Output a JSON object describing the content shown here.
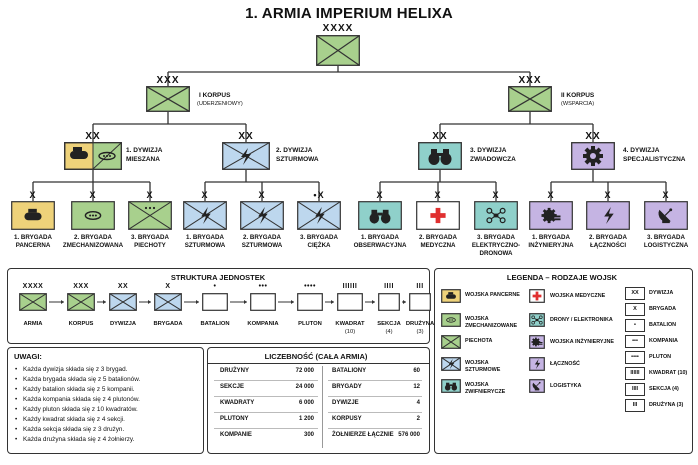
{
  "title": "1. ARMIA IMPERIUM HELIXA",
  "colors": {
    "armor": "#eed27a",
    "mech": "#a8d08d",
    "infantry": "#a8d08d",
    "assault": "#bdd7ee",
    "recon": "#8fd0ca",
    "support": "#c5b4e3",
    "line": "#333333"
  },
  "army": {
    "echelon": "XXXX"
  },
  "corps": [
    {
      "echelon": "XXX",
      "name": "I KORPUS",
      "sub": "(UDERZENIOWY)"
    },
    {
      "echelon": "XXX",
      "name": "II KORPUS",
      "sub": "(WSPARCIA)"
    }
  ],
  "divisions": [
    {
      "echelon": "XX",
      "name": [
        "1. DYWIZJA",
        "MIESZANA"
      ],
      "icon": "armor-mech-icon"
    },
    {
      "echelon": "XX",
      "name": [
        "2. DYWIZJA",
        "SZTURMOWA"
      ],
      "icon": "lightning-icon"
    },
    {
      "echelon": "XX",
      "name": [
        "3. DYWIZJA",
        "ZWIADOWCZA"
      ],
      "icon": "binoculars-icon"
    },
    {
      "echelon": "XX",
      "name": [
        "4. DYWIZJA",
        "SPECJALISTYCZNA"
      ],
      "icon": "gear-icon"
    }
  ],
  "brigades": [
    {
      "echelon": "X",
      "label": [
        "1. BRYGADA",
        "PANCERNA"
      ]
    },
    {
      "echelon": "X",
      "label": [
        "2. BRYGADA",
        "ZMECHANIZOWANA"
      ]
    },
    {
      "echelon": "X",
      "label": [
        "3. BRYGADA",
        "PIECHOTY"
      ]
    },
    {
      "echelon": "X",
      "label": [
        "1. BRYGADA",
        "SZTURMOWA"
      ]
    },
    {
      "echelon": "X",
      "label": [
        "2. BRYGADA",
        "SZTURMOWA"
      ]
    },
    {
      "echelon": "•X",
      "label": [
        "3. BRYGADA",
        "CIĘŻKA"
      ]
    },
    {
      "echelon": "X",
      "label": [
        "1. BRYGADA",
        "OBSERWACYJNA"
      ]
    },
    {
      "echelon": "X",
      "label": [
        "2. BRYGADA",
        "MEDYCZNA"
      ]
    },
    {
      "echelon": "X",
      "label": [
        "3. BRYGADA",
        "ELEKTRYCZNO-",
        "DRONOWA"
      ]
    },
    {
      "echelon": "X",
      "label": [
        "1. BRYGADA",
        "INŻYNIERYJNA"
      ]
    },
    {
      "echelon": "X",
      "label": [
        "2. BRYGADA",
        "ŁĄCZNOŚCI"
      ]
    },
    {
      "echelon": "X",
      "label": [
        "3. BRYGADA",
        "LOGISTYCZNA"
      ]
    }
  ],
  "structure": {
    "title": "STRUKTURA JEDNOSTEK",
    "items": [
      {
        "echelon": "XXXX",
        "label": "ARMIA"
      },
      {
        "echelon": "XXX",
        "label": "KORPUS"
      },
      {
        "echelon": "XX",
        "label": "DYWIZJA"
      },
      {
        "echelon": "X",
        "label": "BRYGADA"
      },
      {
        "echelon": "•",
        "label": "BATALION"
      },
      {
        "echelon": "•••",
        "label": "KOMPANIA"
      },
      {
        "echelon": "••••",
        "label": "PLUTON"
      },
      {
        "echelon": "IIIIII",
        "label": "KWADRAT",
        "sub": "(10)"
      },
      {
        "echelon": "IIII",
        "label": "SEKCJA",
        "sub": "(4)"
      },
      {
        "echelon": "III",
        "label": "DRUŻYNA",
        "sub": "(3)"
      }
    ]
  },
  "legend": {
    "title": "LEGENDA – RODZAJE WOJSK",
    "col1": [
      "WOJSKA PANCERNE",
      "WOJSKA ZMECHANIZOWANE",
      "PIECHOTA",
      "WOJSKA SZTURMOWE",
      "WOJSKA ZWIFNIERYCZE"
    ],
    "col2": [
      "WOJSKA MEDYCZNE",
      "DRONY / ELEKTRONIKA",
      "WOJSKA INŻYNIERYJNE",
      "ŁĄCZNOŚĆ",
      "LOGISTYKA"
    ],
    "col3": [
      {
        "sym": "XX",
        "label": "DYWIZJA"
      },
      {
        "sym": "X",
        "label": "BRYGADA"
      },
      {
        "sym": "•",
        "label": "BATALION"
      },
      {
        "sym": "•••",
        "label": "KOMPANIA"
      },
      {
        "sym": "••••",
        "label": "PLUTON"
      },
      {
        "sym": "IIIIII",
        "label": "KWADRAT (10)"
      },
      {
        "sym": "IIII",
        "label": "SEKCJA (4)"
      },
      {
        "sym": "III",
        "label": "DRUŻYNA (3)"
      }
    ]
  },
  "notes": {
    "title": "UWAGI:",
    "items": [
      "Każda dywizja składa się z 3 brygad.",
      "Każda brygada składa się z 5 batalionów.",
      "Każdy batalion składa się z 5 kompanii.",
      "Każda kompania składa się z 4 plutonów.",
      "Każdy pluton składa się z 10 kwadratów.",
      "Każdy kwadrat składa się z 4 sekcji.",
      "Każda sekcja składa się z 3 drużyn.",
      "Każda drużyna składa się z 4 żołnierzy."
    ]
  },
  "strength": {
    "title": "LICZEBNOŚĆ (CAŁA ARMIA)",
    "left": [
      {
        "k": "DRUŻYNY",
        "v": "72 000"
      },
      {
        "k": "SEKCJE",
        "v": "24 000"
      },
      {
        "k": "KWADRATY",
        "v": "6 000"
      },
      {
        "k": "PLUTONY",
        "v": "1 200"
      },
      {
        "k": "KOMPANIE",
        "v": "300"
      }
    ],
    "right": [
      {
        "k": "BATALIONY",
        "v": "60"
      },
      {
        "k": "BRYGADY",
        "v": "12"
      },
      {
        "k": "DYWIZJE",
        "v": "4"
      },
      {
        "k": "KORPUSY",
        "v": "2"
      },
      {
        "k": "ŻOŁNIERZE ŁĄCZNIE",
        "v": "576 000"
      }
    ]
  }
}
